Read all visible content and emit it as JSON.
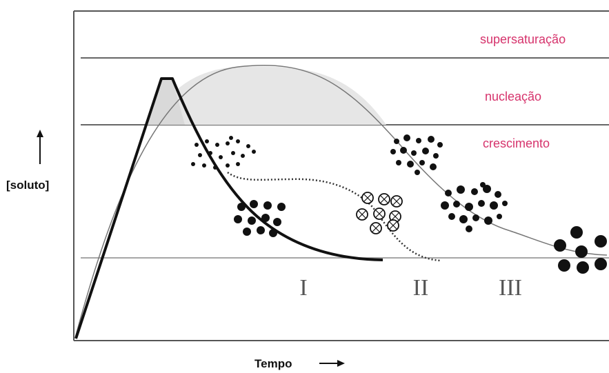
{
  "zones": {
    "supersaturation": "supersaturação",
    "nucleation": "nucleação",
    "growth": "crescimento"
  },
  "stages": [
    "I",
    "II",
    "III"
  ],
  "axes": {
    "y_label": "[soluto]",
    "x_label": "Tempo"
  },
  "colors": {
    "zone_label": "#d6336c",
    "thick_curve": "#111111",
    "thin_curve": "#777777",
    "shaded_region": "#e6e6e6"
  }
}
